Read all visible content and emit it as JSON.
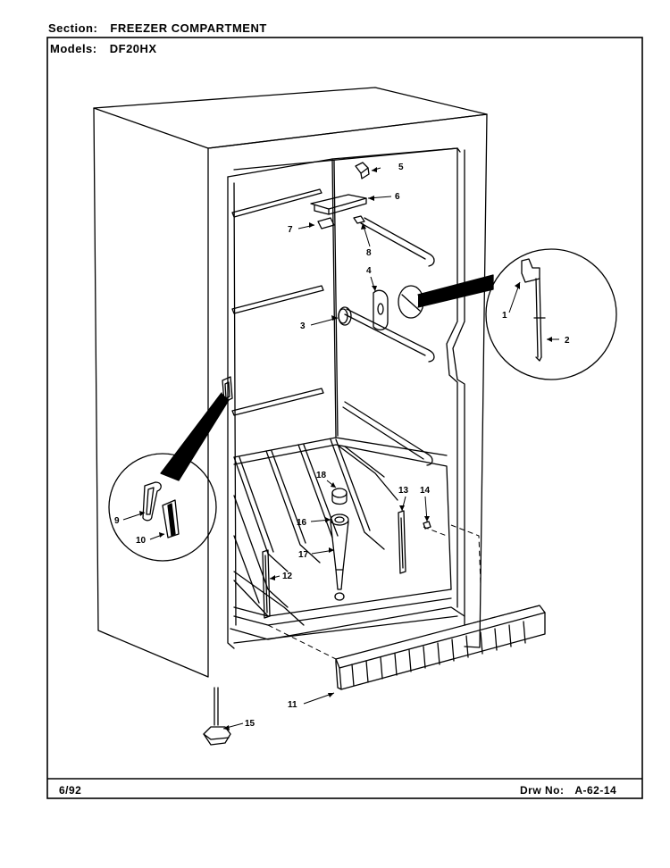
{
  "header": {
    "section_label": "Section:",
    "section_value": "FREEZER COMPARTMENT",
    "models_label": "Models:",
    "models_value": "DF20HX"
  },
  "footer": {
    "date": "6/92",
    "drawing_label": "Drw No:",
    "drawing_number": "A-62-14"
  },
  "callouts": [
    {
      "id": "c1",
      "label": "1"
    },
    {
      "id": "c2",
      "label": "2"
    },
    {
      "id": "c3",
      "label": "3"
    },
    {
      "id": "c4",
      "label": "4"
    },
    {
      "id": "c5",
      "label": "5"
    },
    {
      "id": "c6",
      "label": "6"
    },
    {
      "id": "c7",
      "label": "7"
    },
    {
      "id": "c8",
      "label": "8"
    },
    {
      "id": "c9",
      "label": "9"
    },
    {
      "id": "c10",
      "label": "10"
    },
    {
      "id": "c11",
      "label": "11"
    },
    {
      "id": "c12",
      "label": "12"
    },
    {
      "id": "c13",
      "label": "13"
    },
    {
      "id": "c14",
      "label": "14"
    },
    {
      "id": "c15",
      "label": "15"
    },
    {
      "id": "c16",
      "label": "16"
    },
    {
      "id": "c17",
      "label": "17"
    },
    {
      "id": "c18",
      "label": "18"
    }
  ]
}
